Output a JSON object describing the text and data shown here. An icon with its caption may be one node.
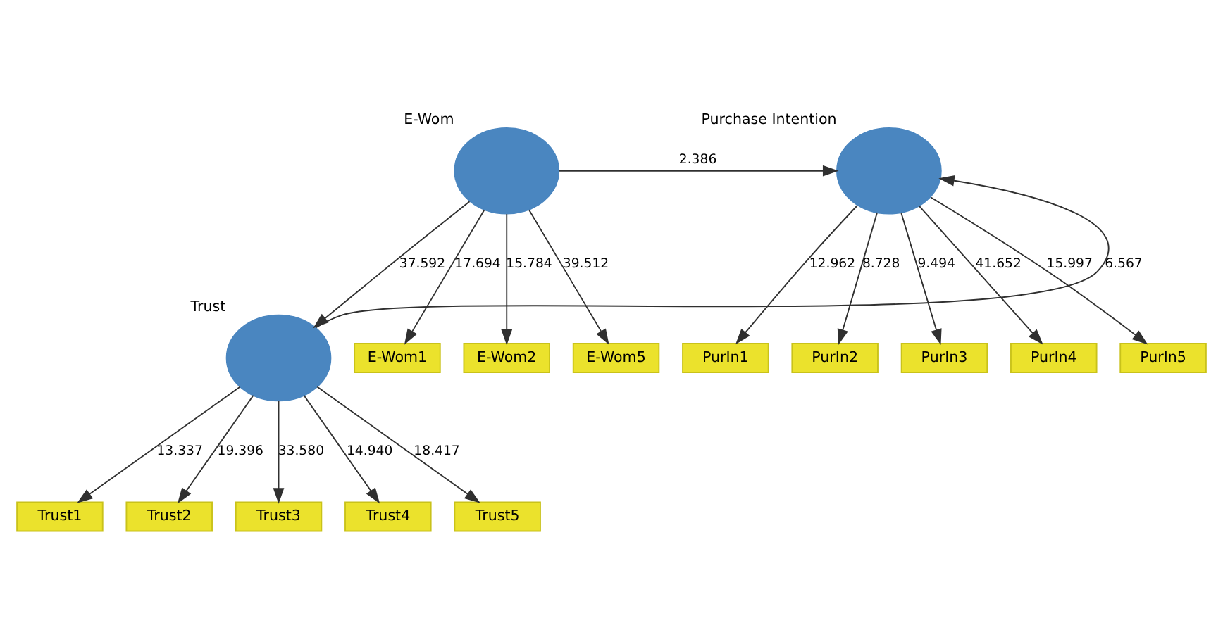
{
  "diagram": {
    "nodes": [
      {
        "text": [
          "E-Wom"
        ]
      },
      {
        "text": [
          "Purchase Intention"
        ]
      },
      {
        "text": [
          "Trust"
        ]
      },
      {
        "text": [
          "E-Wom1"
        ]
      },
      {
        "text": [
          "E-Wom2"
        ]
      },
      {
        "text": [
          "E-Wom5"
        ]
      },
      {
        "text": [
          "PurIn1"
        ]
      },
      {
        "text": [
          "PurIn2"
        ]
      },
      {
        "text": [
          "PurIn3"
        ]
      },
      {
        "text": [
          "PurIn4"
        ]
      },
      {
        "text": [
          "PurIn5"
        ]
      },
      {
        "text": [
          "Trust1"
        ]
      },
      {
        "text": [
          "Trust2"
        ]
      },
      {
        "text": [
          "Trust3"
        ]
      },
      {
        "text": [
          "Trust4"
        ]
      },
      {
        "text": [
          "Trust5"
        ]
      }
    ],
    "edges": [
      {
        "from": 0,
        "to": 3,
        "arrow": "to",
        "label": "17.694"
      },
      {
        "from": 0,
        "to": 4,
        "arrow": "to",
        "label": "15.784"
      },
      {
        "from": 0,
        "to": 5,
        "arrow": "to",
        "label": "39.512"
      },
      {
        "from": 0,
        "to": 1,
        "arrow": "to",
        "label": "2.386"
      },
      {
        "from": 0,
        "to": 2,
        "arrow": "to",
        "label": "37.592"
      },
      {
        "from": 2,
        "to": 1,
        "arrow": "to",
        "label": "6.567"
      },
      {
        "from": 1,
        "to": 6,
        "arrow": "to",
        "label": "12.962"
      },
      {
        "from": 1,
        "to": 7,
        "arrow": "to",
        "label": "8.728"
      },
      {
        "from": 1,
        "to": 8,
        "arrow": "to",
        "label": "9.494"
      },
      {
        "from": 1,
        "to": 9,
        "arrow": "to",
        "label": "41.652"
      },
      {
        "from": 1,
        "to": 10,
        "arrow": "to",
        "label": "15.997"
      },
      {
        "from": 2,
        "to": 11,
        "arrow": "to",
        "label": "13.337"
      },
      {
        "from": 2,
        "to": 12,
        "arrow": "to",
        "label": "19.396"
      },
      {
        "from": 2,
        "to": 13,
        "arrow": "to",
        "label": "33.580"
      },
      {
        "from": 2,
        "to": 14,
        "arrow": "to",
        "label": "14.940"
      },
      {
        "from": 2,
        "to": 15,
        "arrow": "to",
        "label": "18.417"
      }
    ]
  }
}
